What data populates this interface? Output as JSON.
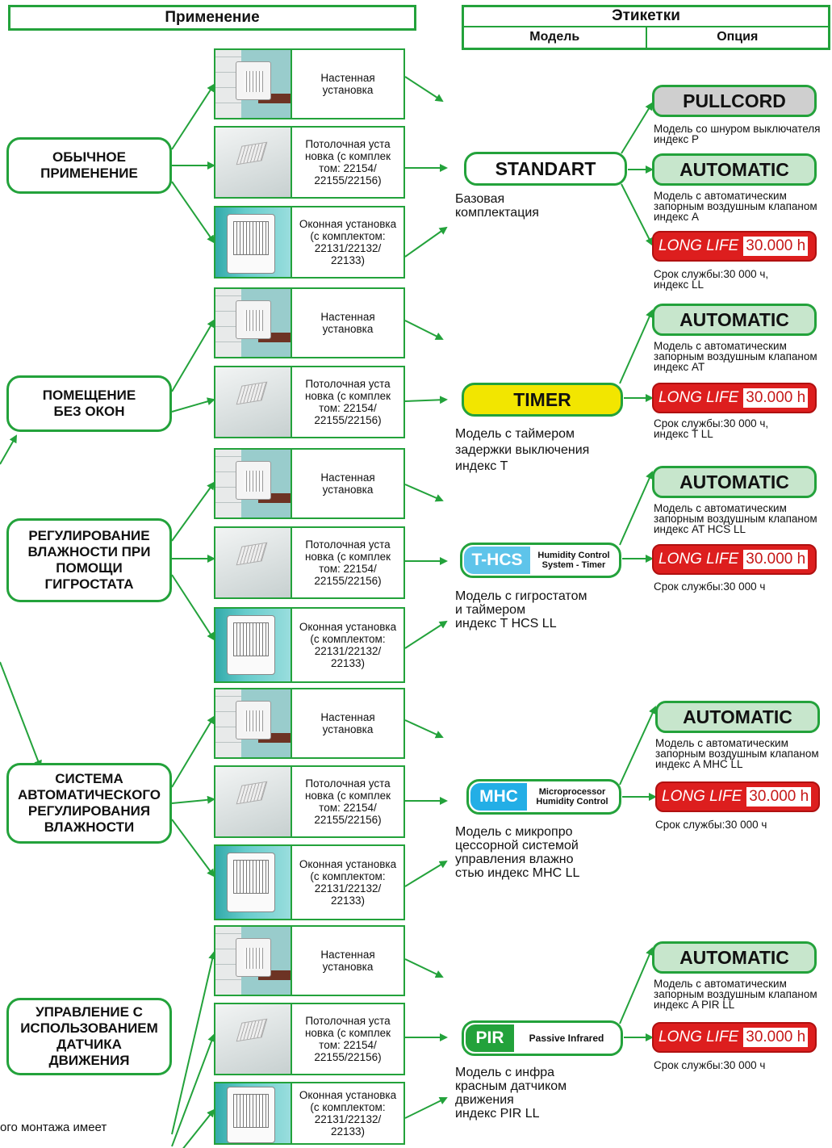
{
  "header": {
    "application": "Применение",
    "labels": "Этикетки",
    "model": "Модель",
    "option": "Опция"
  },
  "colors": {
    "green": "#23a23b",
    "timer_yellow": "#f2e600",
    "thcs_blue": "#5ec4ea",
    "mhc_blue": "#23aee6",
    "pir_green": "#23a23b",
    "option_grey": "#cfcfcf",
    "option_green": "#c7e6cc",
    "long_life_red": "#dd1e1e"
  },
  "applications": [
    {
      "label": "ОБЫЧНОЕ\nПРИМЕНЕНИЕ"
    },
    {
      "label": "ПОМЕЩЕНИЕ\nБЕЗ ОКОН"
    },
    {
      "label": "РЕГУЛИРОВАНИЕ\nВЛАЖНОСТИ ПРИ\nПОМОЩИ\nГИГРОСТАТА"
    },
    {
      "label": "СИСТЕМА\nАВТОМАТИЧЕСКОГО\nРЕГУЛИРОВАНИЯ\nВЛАЖНОСТИ"
    },
    {
      "label": "УПРАВЛЕНИЕ С\nИСПОЛЬЗОВАНИЕМ\nДАТЧИКА\nДВИЖЕНИЯ"
    }
  ],
  "install": {
    "wall": "Настенная\nустановка",
    "ceiling": "Потолочная уста\nновка (с комплек\nтом: 22154/\n22155/22156)",
    "window": "Оконная установка\n(с комплектом:\n22131/22132/\n22133)",
    "window_b": "Оконная установка\n(с комплектом:\n22131/22132/\n22133)"
  },
  "models": {
    "standart": {
      "name": "STANDART",
      "desc": "Базовая\nкомплектация"
    },
    "timer": {
      "name": "TIMER",
      "desc": "Модель с таймером\nзадержки выключения\nиндекс T"
    },
    "thcs": {
      "name": "T-HCS",
      "sub": "Humidity Control\nSystem - Timer",
      "desc": "Модель с гигростатом\nи таймером\nиндекс T HCS LL"
    },
    "mhc": {
      "name": "MHC",
      "sub": "Microprocessor\nHumidity Control",
      "desc": "Модель с микропро\nцессорной системой\nуправления влажно\nстью индекс MHC LL"
    },
    "pir": {
      "name": "PIR",
      "sub": "Passive Infrared",
      "desc": "Модель с инфра\nкрасным датчиком\nдвижения\nиндекс PIR LL"
    }
  },
  "options": {
    "pullcord": {
      "name": "PULLCORD",
      "desc": "Модель со шнуром выключателя\nиндекс P"
    },
    "automatic": "AUTOMATIC",
    "long_life": "LONG LIFE",
    "hours": "30.000 h",
    "auto_a": "Модель с автоматическим\nзапорным воздушным клапаном\nиндекс А",
    "ll_1": "Срок службы:30 000 ч,\nиндекс LL",
    "auto_at": "Модель с автоматическим\nзапорным воздушным клапаном\nиндекс AT",
    "ll_2": "Срок службы:30 000 ч,\nиндекс T LL",
    "auto_at_hcs": "Модель с автоматическим\nзапорным воздушным клапаном\nиндекс AT HCS LL",
    "ll_plain": "Срок службы:30 000 ч",
    "auto_mhc": "Модель с автоматическим\nзапорным воздушным клапаном\nиндекс A MHC LL",
    "auto_pir": "Модель с автоматическим\nзапорным воздушным клапаном\nиндекс A PIR LL"
  },
  "footer": {
    "note": "ого монтажа имеет"
  }
}
